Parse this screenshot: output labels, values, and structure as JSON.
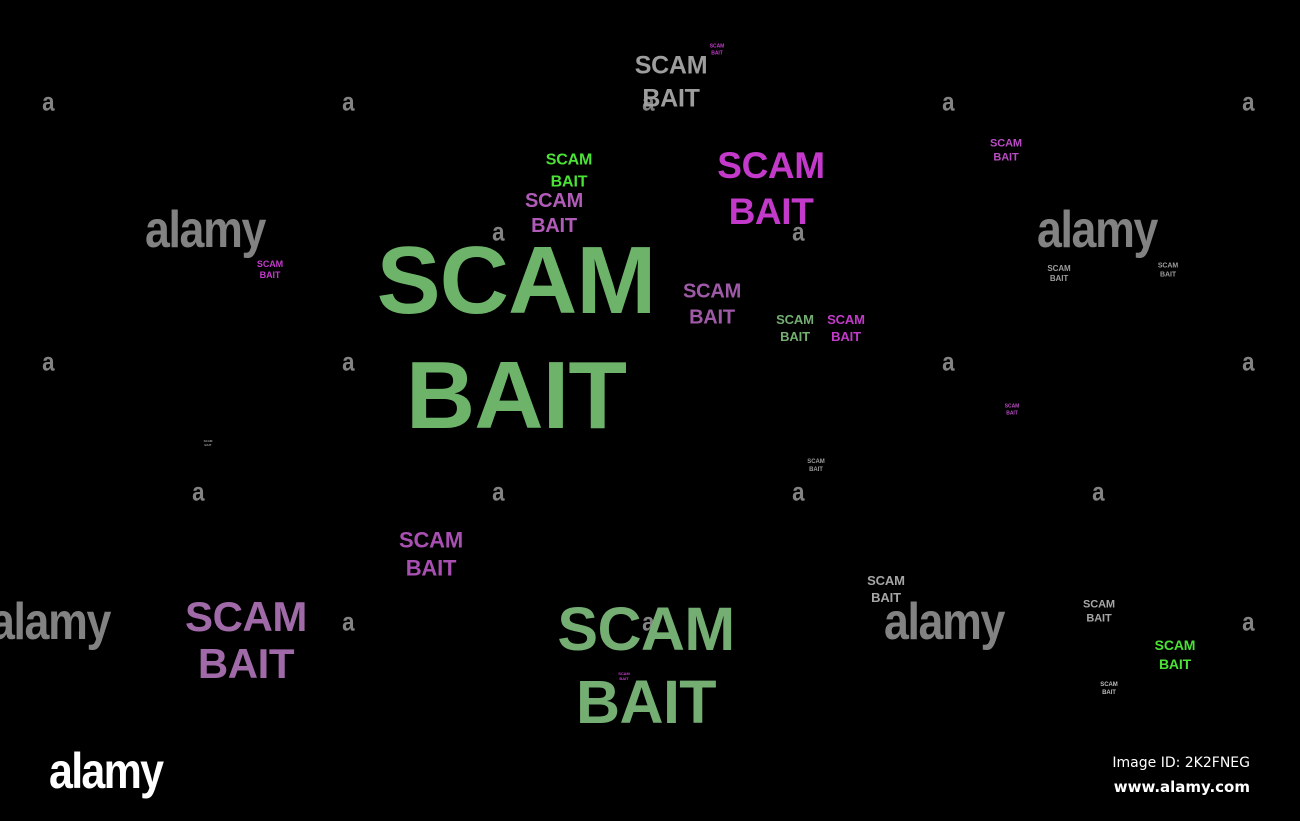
{
  "phrase_line1": "SCAM",
  "phrase_line2": "BAIT",
  "colors": {
    "green_main": "#6db36a",
    "green_bright": "#4be236",
    "magenta": "#c33acb",
    "purple": "#b05bb8",
    "grey": "#9d9d9d",
    "watermark": "#8a8a8a"
  },
  "watermark": {
    "small_mark": "a",
    "word": "alamy"
  },
  "footer": {
    "logo": "alamy",
    "image_id": "Image ID: 2K2FNEG",
    "url": "www.alamy.com"
  }
}
